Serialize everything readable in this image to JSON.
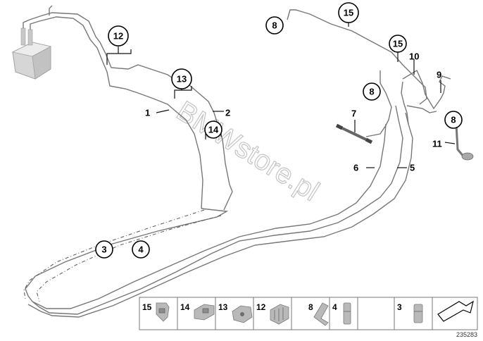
{
  "watermark": "BMWstore.pl",
  "callouts": [
    {
      "id": "c12",
      "label": "12"
    },
    {
      "id": "c13",
      "label": "13"
    },
    {
      "id": "c14",
      "label": "14"
    },
    {
      "id": "c15a",
      "label": "15"
    },
    {
      "id": "c15b",
      "label": "15"
    },
    {
      "id": "c8a",
      "label": "8"
    },
    {
      "id": "c8b",
      "label": "8"
    },
    {
      "id": "c8c",
      "label": "8"
    },
    {
      "id": "c3",
      "label": "3"
    },
    {
      "id": "c4",
      "label": "4"
    }
  ],
  "labels": [
    {
      "id": "l1",
      "label": "1"
    },
    {
      "id": "l2",
      "label": "2"
    },
    {
      "id": "l5",
      "label": "5"
    },
    {
      "id": "l6",
      "label": "6"
    },
    {
      "id": "l7",
      "label": "7"
    },
    {
      "id": "l9",
      "label": "9"
    },
    {
      "id": "l10",
      "label": "10"
    },
    {
      "id": "l11",
      "label": "11"
    }
  ],
  "legend": {
    "items": [
      {
        "label": "15"
      },
      {
        "label": "14"
      },
      {
        "label": "13"
      },
      {
        "label": "12"
      },
      {
        "label": "8"
      },
      {
        "label": "4"
      },
      {
        "label": "3"
      }
    ],
    "arrow_icon": "arrow-icon"
  },
  "doc_number": "235283",
  "colors": {
    "pipe": "#777777",
    "text": "#000000",
    "watermark": "#c4c4c4"
  }
}
